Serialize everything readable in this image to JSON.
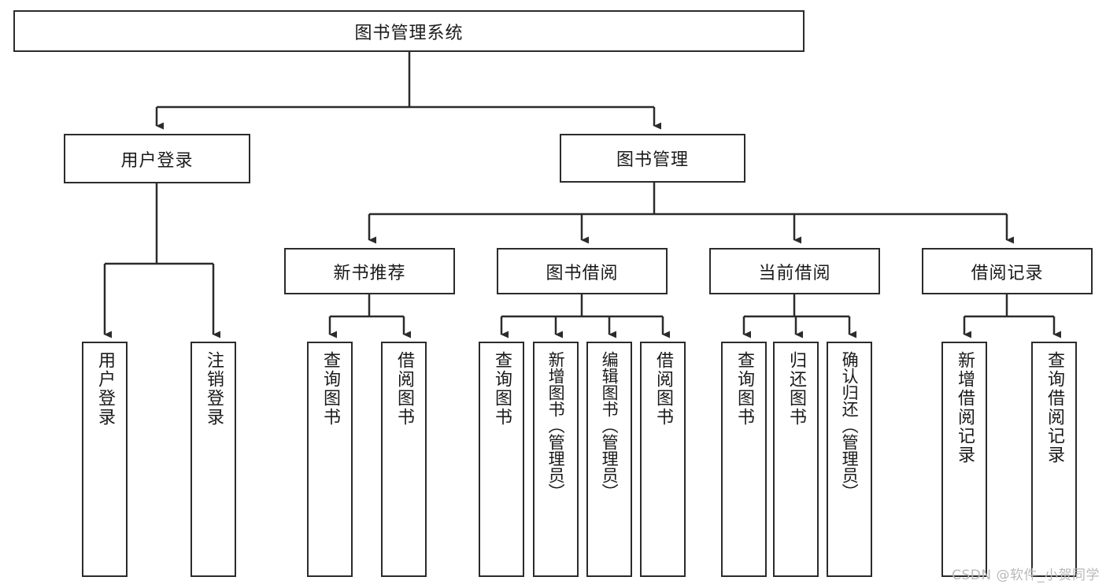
{
  "diagram": {
    "title": "图书管理系统",
    "watermark": "CSDN @软件_小贺同学",
    "colors": {
      "stroke": "#2b2b2b",
      "fill": "#ffffff",
      "text": "#1a1a1a",
      "watermark": "#b9b9b9"
    },
    "root": {
      "label": "图书管理系统"
    },
    "level2": {
      "user_login": "用户登录",
      "book_manage": "图书管理"
    },
    "level3": {
      "new_book_rec": "新书推荐",
      "book_borrow": "图书借阅",
      "current_borrow": "当前借阅",
      "borrow_record": "借阅记录"
    },
    "leaves": {
      "user_login_1": "用户登录",
      "user_login_2": "注销登录",
      "new_book_1": "查询图书",
      "new_book_2": "借阅图书",
      "borrow_1": "查询图书",
      "borrow_2": "新增图书（管理员）",
      "borrow_3": "编辑图书（管理员）",
      "borrow_4": "借阅图书",
      "current_1": "查询图书",
      "current_2": "归还图书",
      "current_3": "确认归还（管理员）",
      "record_1": "新增借阅记录",
      "record_2": "查询借阅记录"
    }
  }
}
